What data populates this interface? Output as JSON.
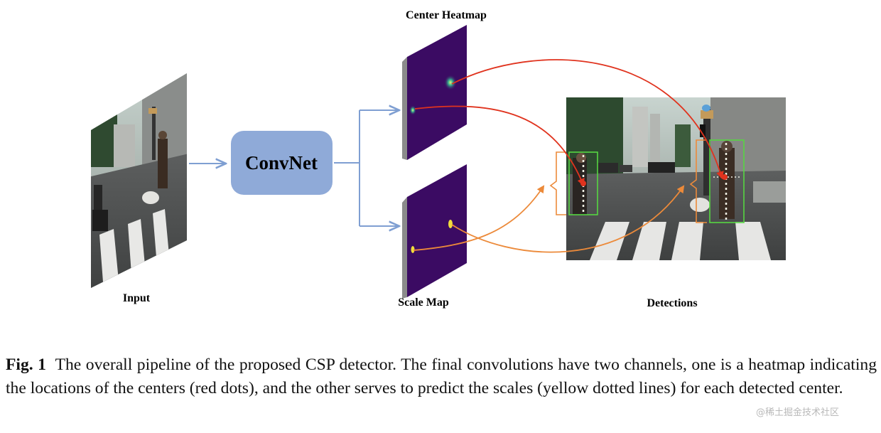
{
  "figure": {
    "labels": {
      "input": "Input",
      "convnet": "ConvNet",
      "center_heatmap": "Center Heatmap",
      "scale_map": "Scale Map",
      "detections": "Detections"
    },
    "colors": {
      "convnet_fill": "#8faad8",
      "heatmap_bg": "#3b0b63",
      "flow_arrow": "#7f9fd2",
      "center_arrow": "#e0331e",
      "scale_arrow": "#ec8a3a",
      "box_green": "#56d642"
    }
  },
  "caption": {
    "fig_number": "Fig. 1",
    "text": "The overall pipeline of the proposed CSP detector. The final convolutions have two channels, one is a heatmap indicating the locations of the centers (red dots), and the other serves to predict the scales (yellow dotted lines) for each detected center."
  },
  "watermark": "@稀土掘金技术社区"
}
